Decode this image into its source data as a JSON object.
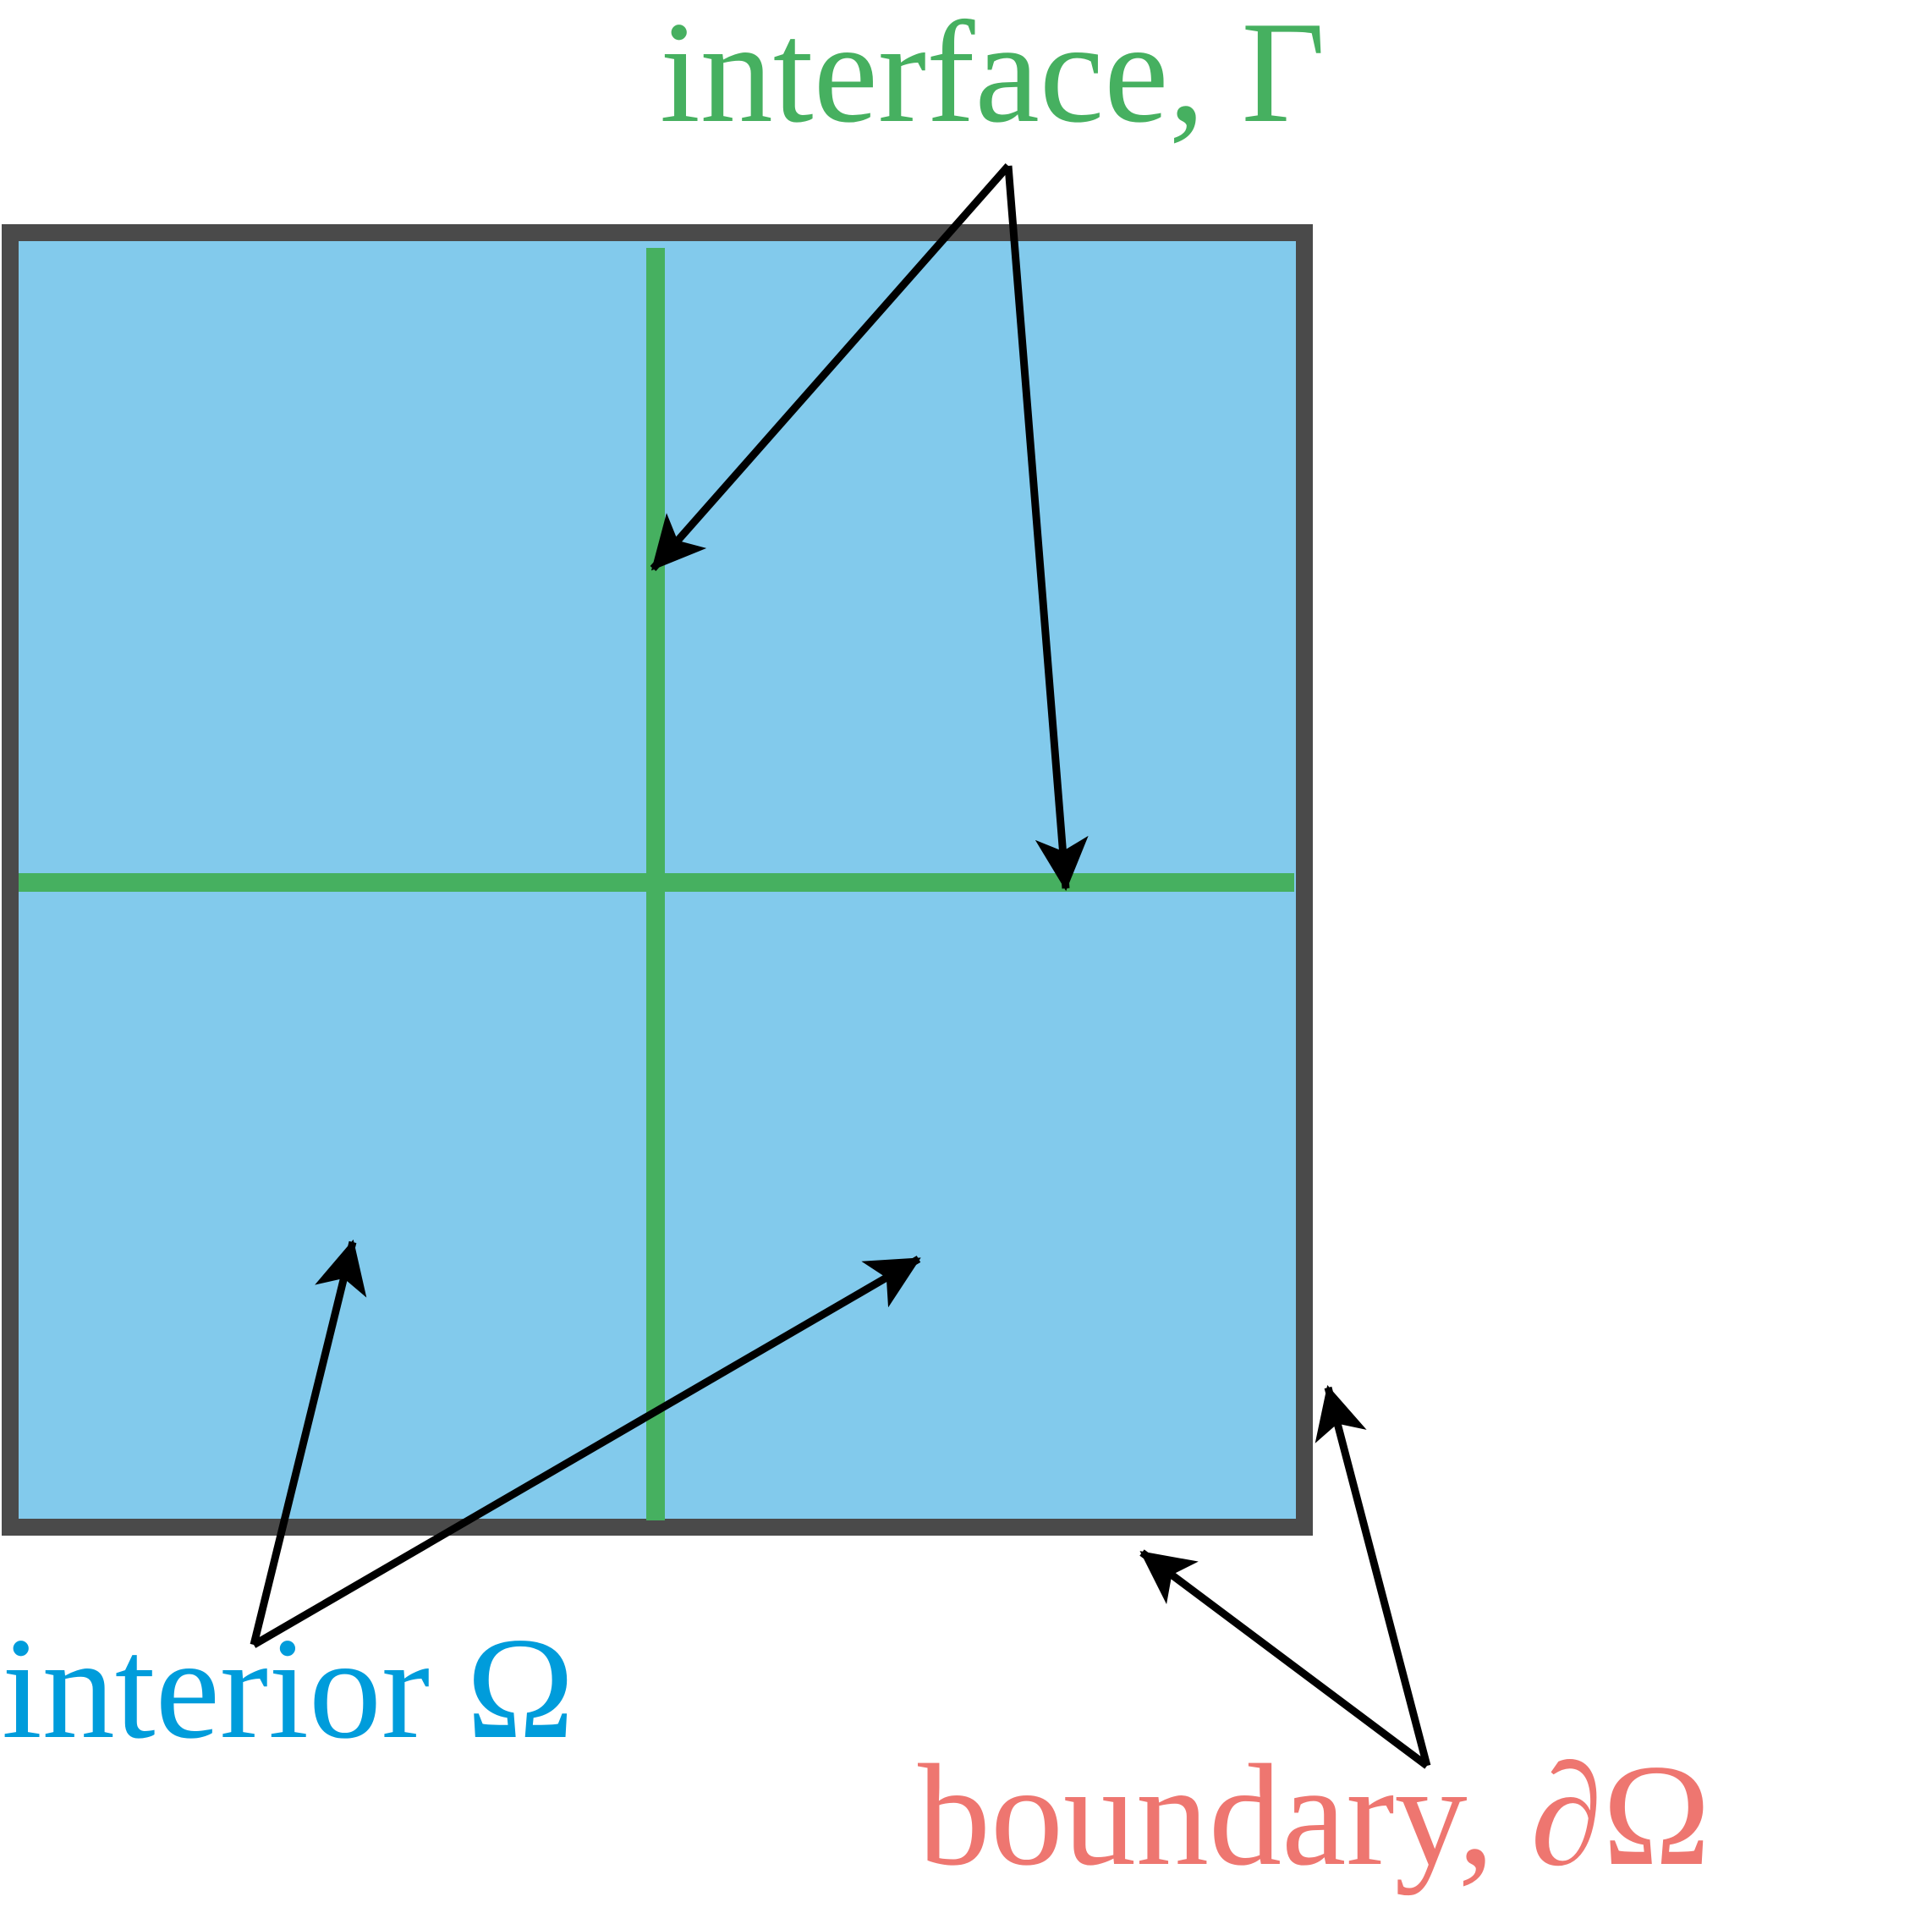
{
  "colors": {
    "domain_fill": "#82caec",
    "domain_border": "#4a4a4a",
    "interface": "#46b060",
    "interior_text": "#009cdb",
    "boundary_text": "#ee7670",
    "arrow": "#000000"
  },
  "labels": {
    "interface": "interface, Γ",
    "interior": "interior Ω",
    "boundary": "boundary, ∂Ω"
  }
}
